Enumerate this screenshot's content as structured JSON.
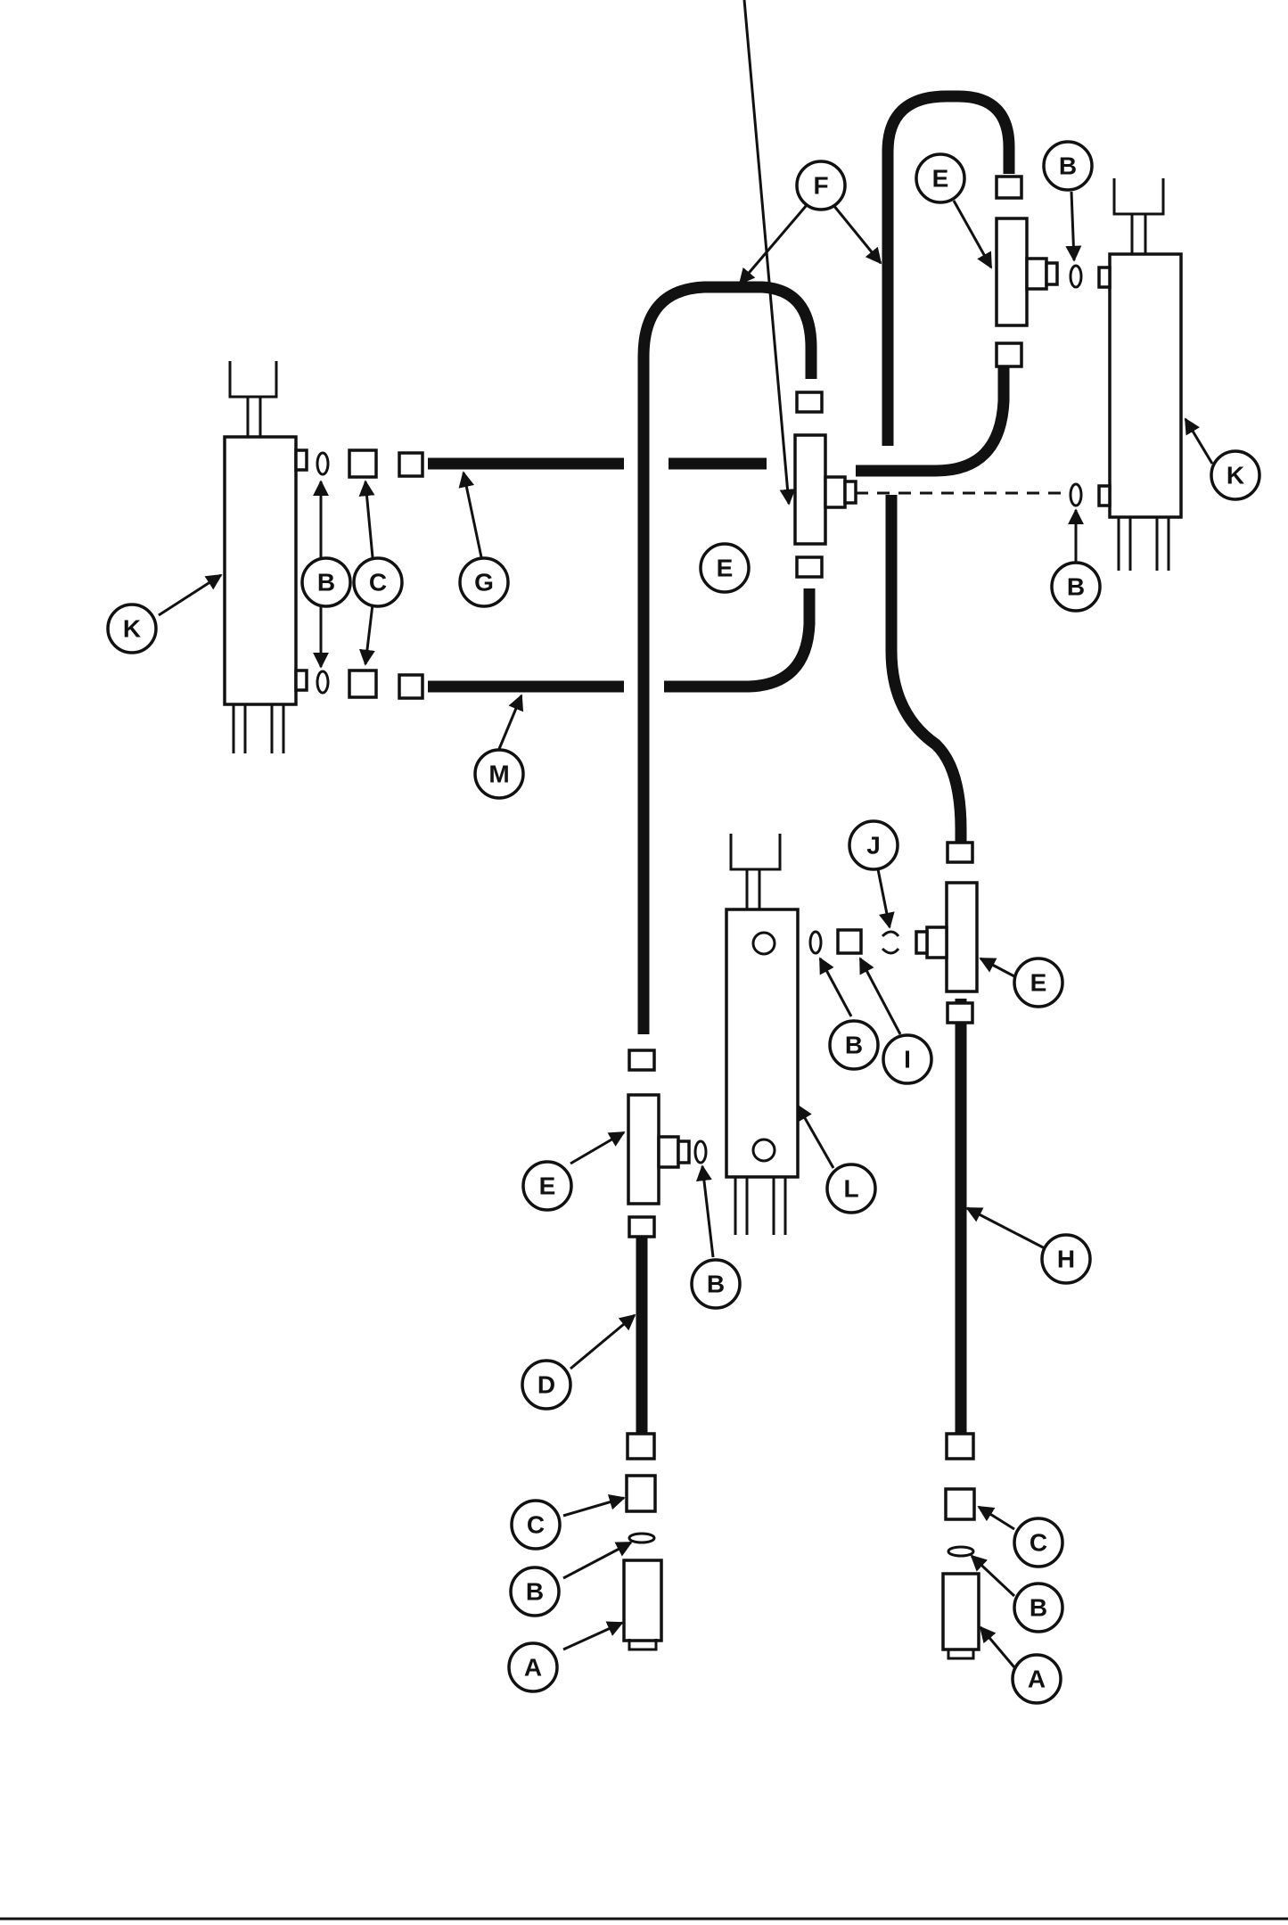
{
  "callouts": {
    "A": "A",
    "B": "B",
    "C": "C",
    "D": "D",
    "E": "E",
    "F": "F",
    "G": "G",
    "H": "H",
    "I": "I",
    "J": "J",
    "K": "K",
    "L": "L",
    "M": "M"
  }
}
